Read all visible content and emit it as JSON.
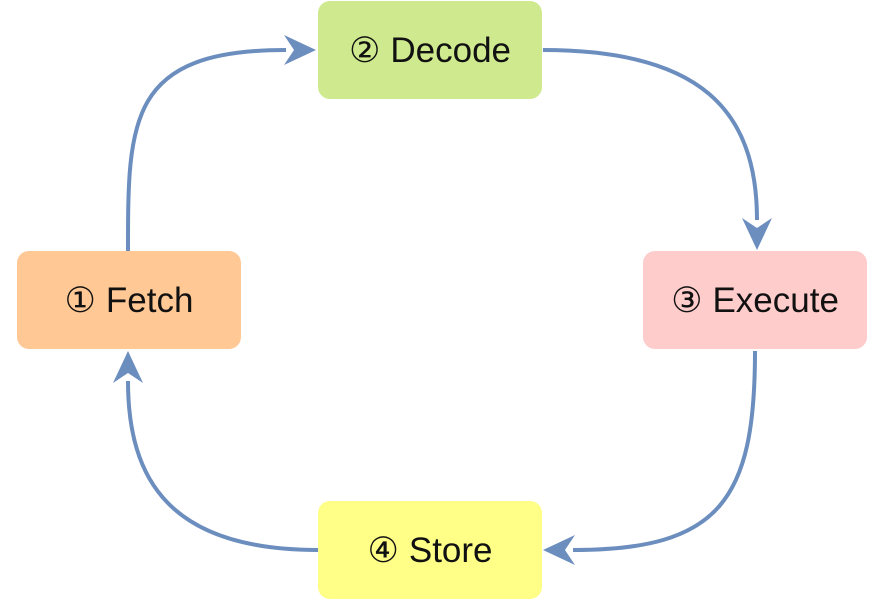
{
  "diagram": {
    "nodes": [
      {
        "id": "fetch",
        "number": "①",
        "label": "Fetch",
        "color": "#FFC894"
      },
      {
        "id": "decode",
        "number": "②",
        "label": "Decode",
        "color": "#CFEA8E"
      },
      {
        "id": "execute",
        "number": "③",
        "label": "Execute",
        "color": "#FFCCCC"
      },
      {
        "id": "store",
        "number": "④",
        "label": "Store",
        "color": "#FFFF88"
      }
    ],
    "edges": [
      {
        "from": "fetch",
        "to": "decode"
      },
      {
        "from": "decode",
        "to": "execute"
      },
      {
        "from": "execute",
        "to": "store"
      },
      {
        "from": "store",
        "to": "fetch"
      }
    ],
    "arrow_color": "#6C8EBF",
    "text_color": "#111111"
  }
}
